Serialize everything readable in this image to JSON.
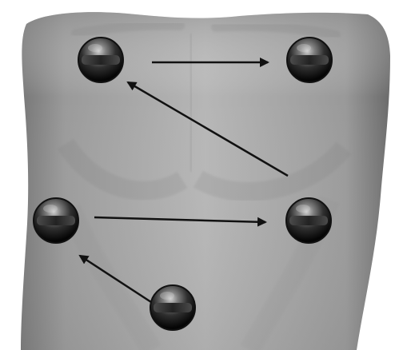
{
  "image": {
    "description_visible_text": "",
    "subject": "torso-diagram",
    "background_color": "#ffffff",
    "skin_tone_light": "#b9b9b9",
    "skin_tone_mid": "#8f8f8f",
    "skin_tone_dark": "#5d5d5d",
    "marker_color_outer": "#111111",
    "marker_color_mid": "#3a3a3a",
    "marker_color_highlight": "#8a8a8a",
    "arrow_color": "#111111"
  },
  "diagram": {
    "markers": [
      {
        "id": "marker-upper-left"
      },
      {
        "id": "marker-upper-right"
      },
      {
        "id": "marker-middle-left"
      },
      {
        "id": "marker-middle-right"
      },
      {
        "id": "marker-lower-center"
      }
    ],
    "arrows": [
      {
        "id": "arrow-upper-left-to-upper-right"
      },
      {
        "id": "arrow-middle-right-to-upper-left"
      },
      {
        "id": "arrow-middle-left-to-middle-right"
      },
      {
        "id": "arrow-lower-center-to-middle-left"
      }
    ]
  }
}
